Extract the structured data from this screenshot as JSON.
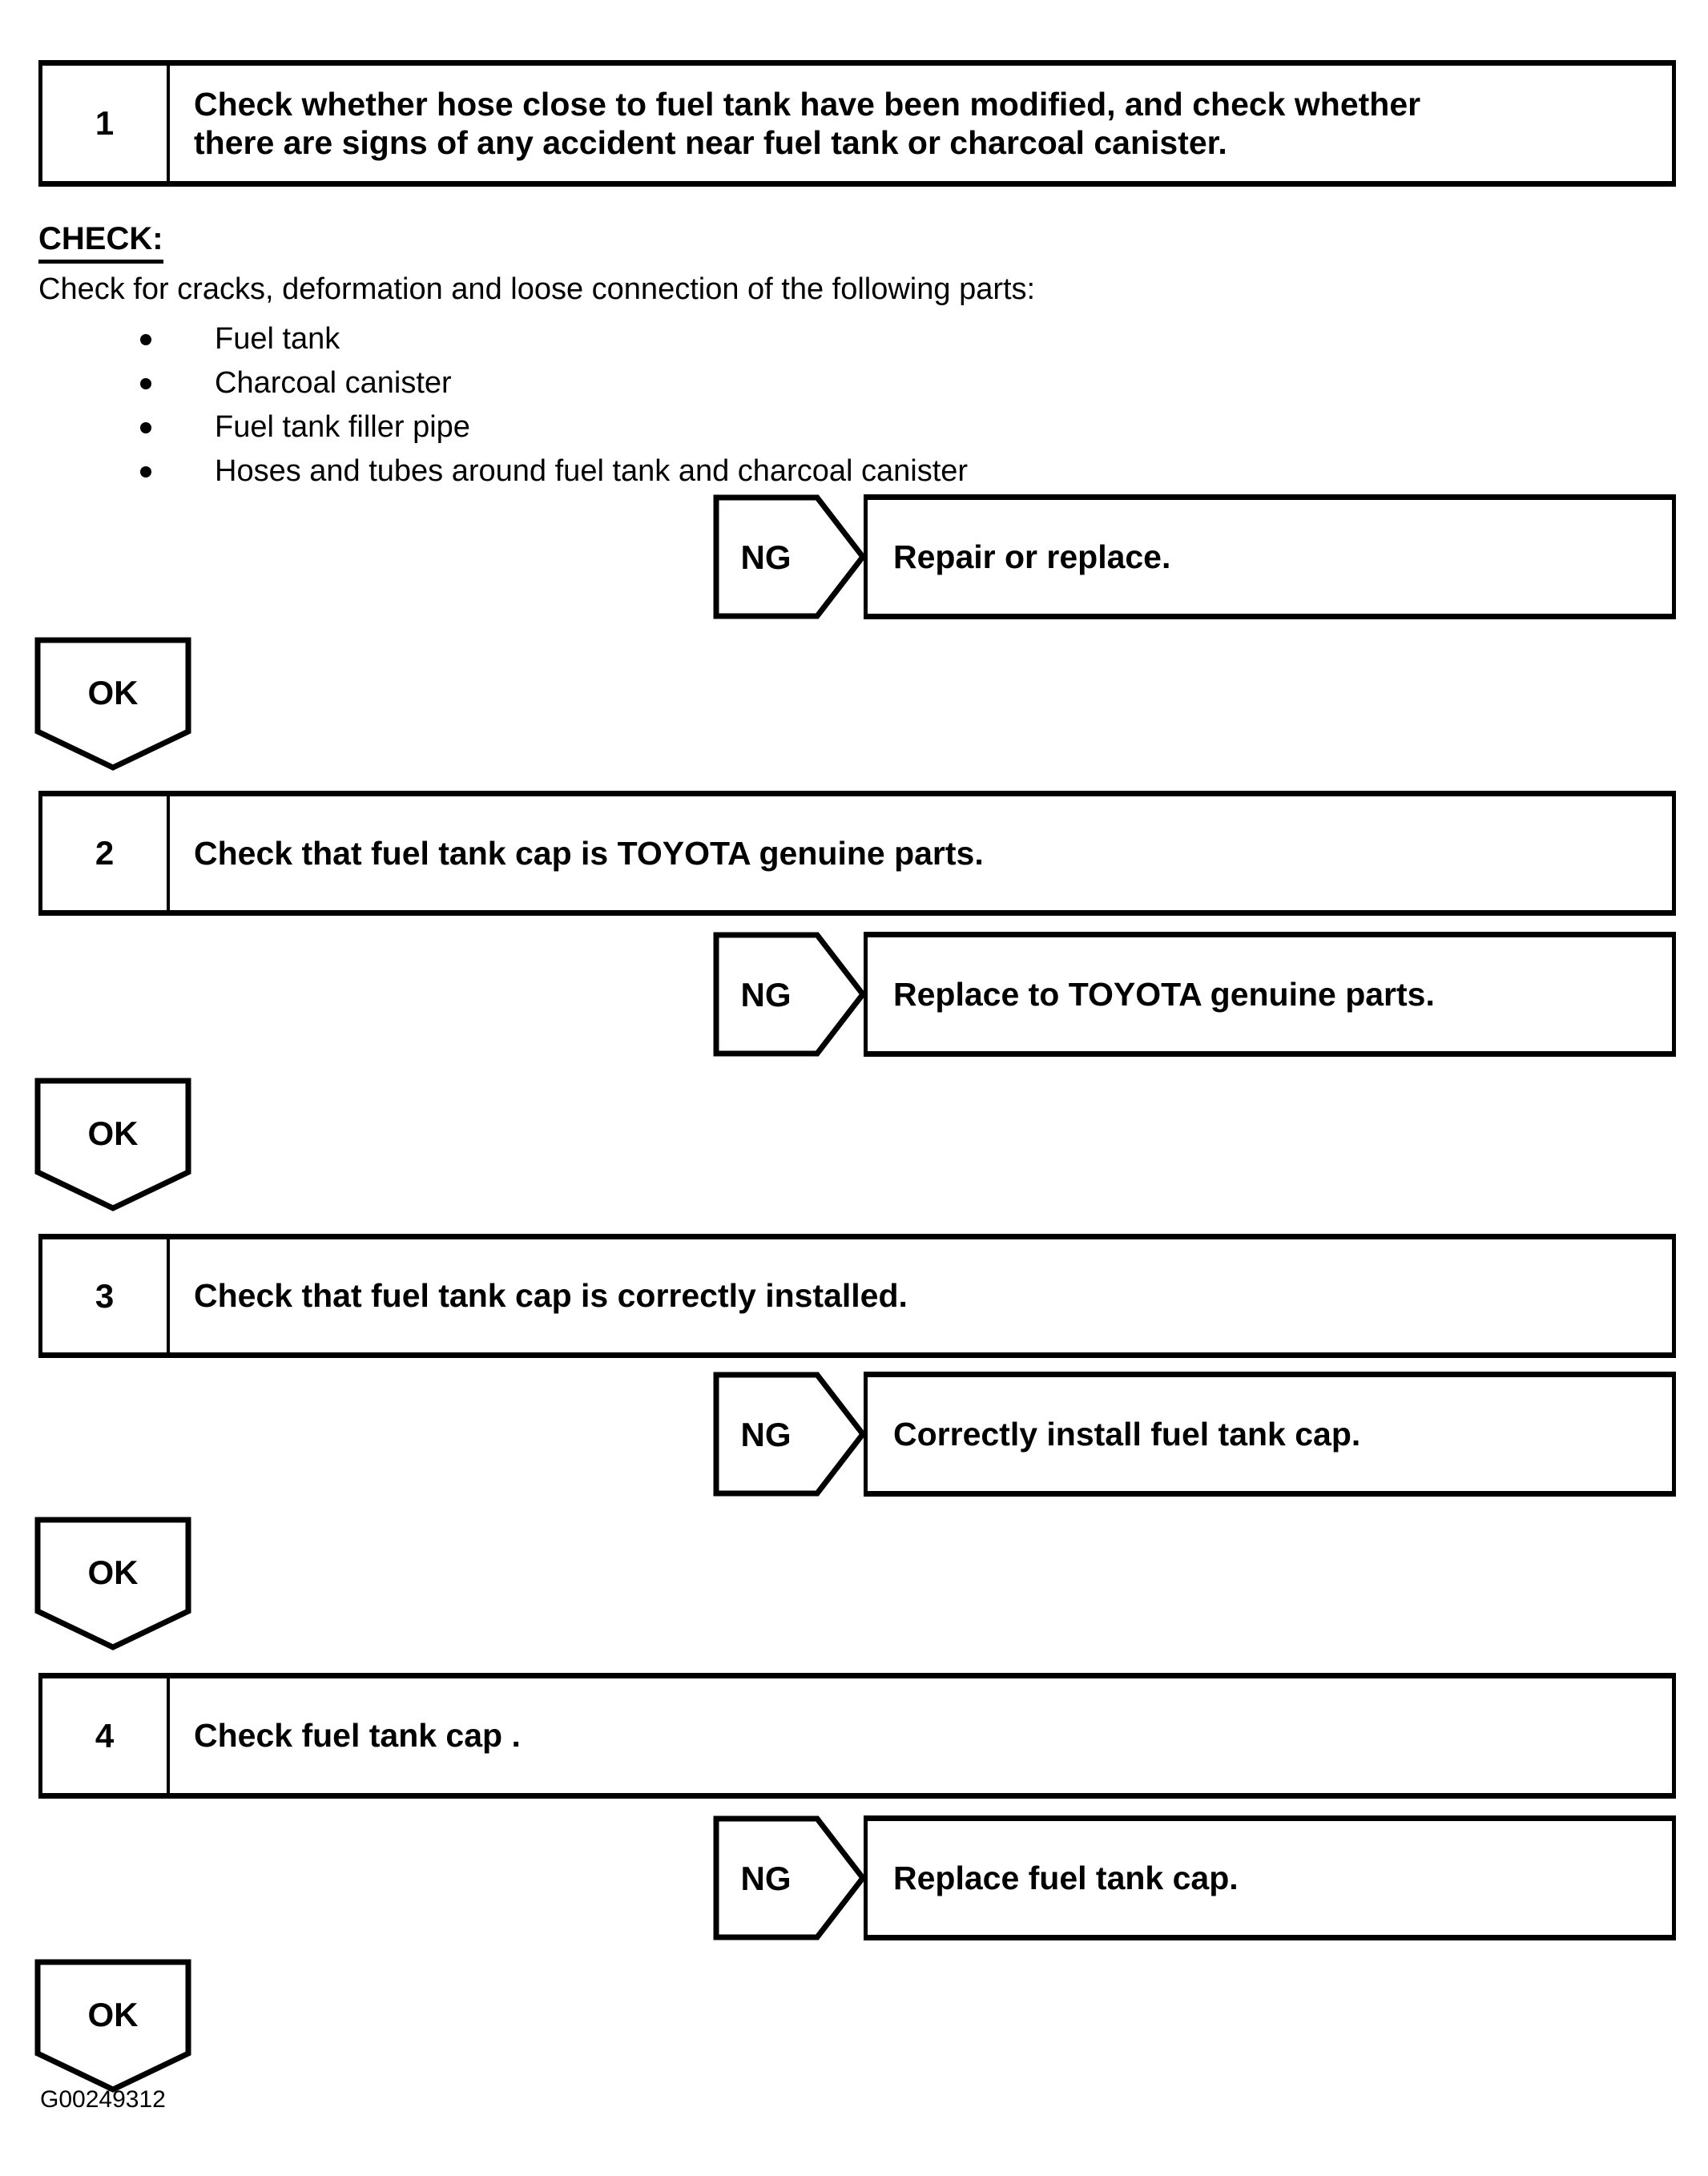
{
  "page": {
    "background": "#ffffff",
    "ink_color": "#000000",
    "figure_code": "G00249312"
  },
  "labels": {
    "ng": "NG",
    "ok": "OK"
  },
  "check_section": {
    "heading": "CHECK:",
    "intro": "Check for cracks, deformation and loose connection of the following parts:",
    "bullets": [
      "Fuel tank",
      "Charcoal canister",
      "Fuel tank filler pipe",
      "Hoses and tubes around fuel tank and charcoal canister"
    ]
  },
  "steps": [
    {
      "number": "1",
      "instruction": "Check whether hose close to fuel tank have been modified, and check whether\nthere are signs of any accident near fuel tank or charcoal canister.",
      "ng_action": "Repair or replace."
    },
    {
      "number": "2",
      "instruction": "Check that fuel tank cap is TOYOTA genuine parts.",
      "ng_action": "Replace to TOYOTA genuine parts."
    },
    {
      "number": "3",
      "instruction": "Check that fuel tank cap is correctly installed.",
      "ng_action": "Correctly install fuel tank cap."
    },
    {
      "number": "4",
      "instruction": "Check fuel tank cap .",
      "ng_action": "Replace fuel tank cap."
    }
  ]
}
